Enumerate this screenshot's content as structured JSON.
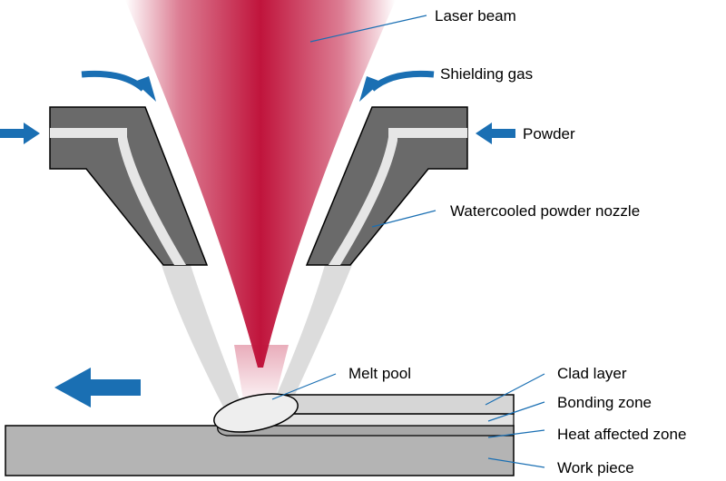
{
  "labels": {
    "laser_beam": "Laser beam",
    "shielding_gas": "Shielding gas",
    "powder": "Powder",
    "nozzle": "Watercooled powder nozzle",
    "melt_pool": "Melt pool",
    "clad_layer": "Clad layer",
    "bonding_zone": "Bonding zone",
    "heat_affected_zone": "Heat affected zone",
    "work_piece": "Work piece"
  },
  "icons": {
    "arrow_color": "#1a6fb3",
    "motion_direction": "left"
  },
  "colors": {
    "laser": "#c0143c",
    "nozzle": "#6a6a6a",
    "powder_stream": "#dcdcdc",
    "workpiece": "#b4b4b4",
    "clad": "#d6d6d6",
    "haz": "#a8a8a8",
    "leader": "#1a6fb3"
  }
}
